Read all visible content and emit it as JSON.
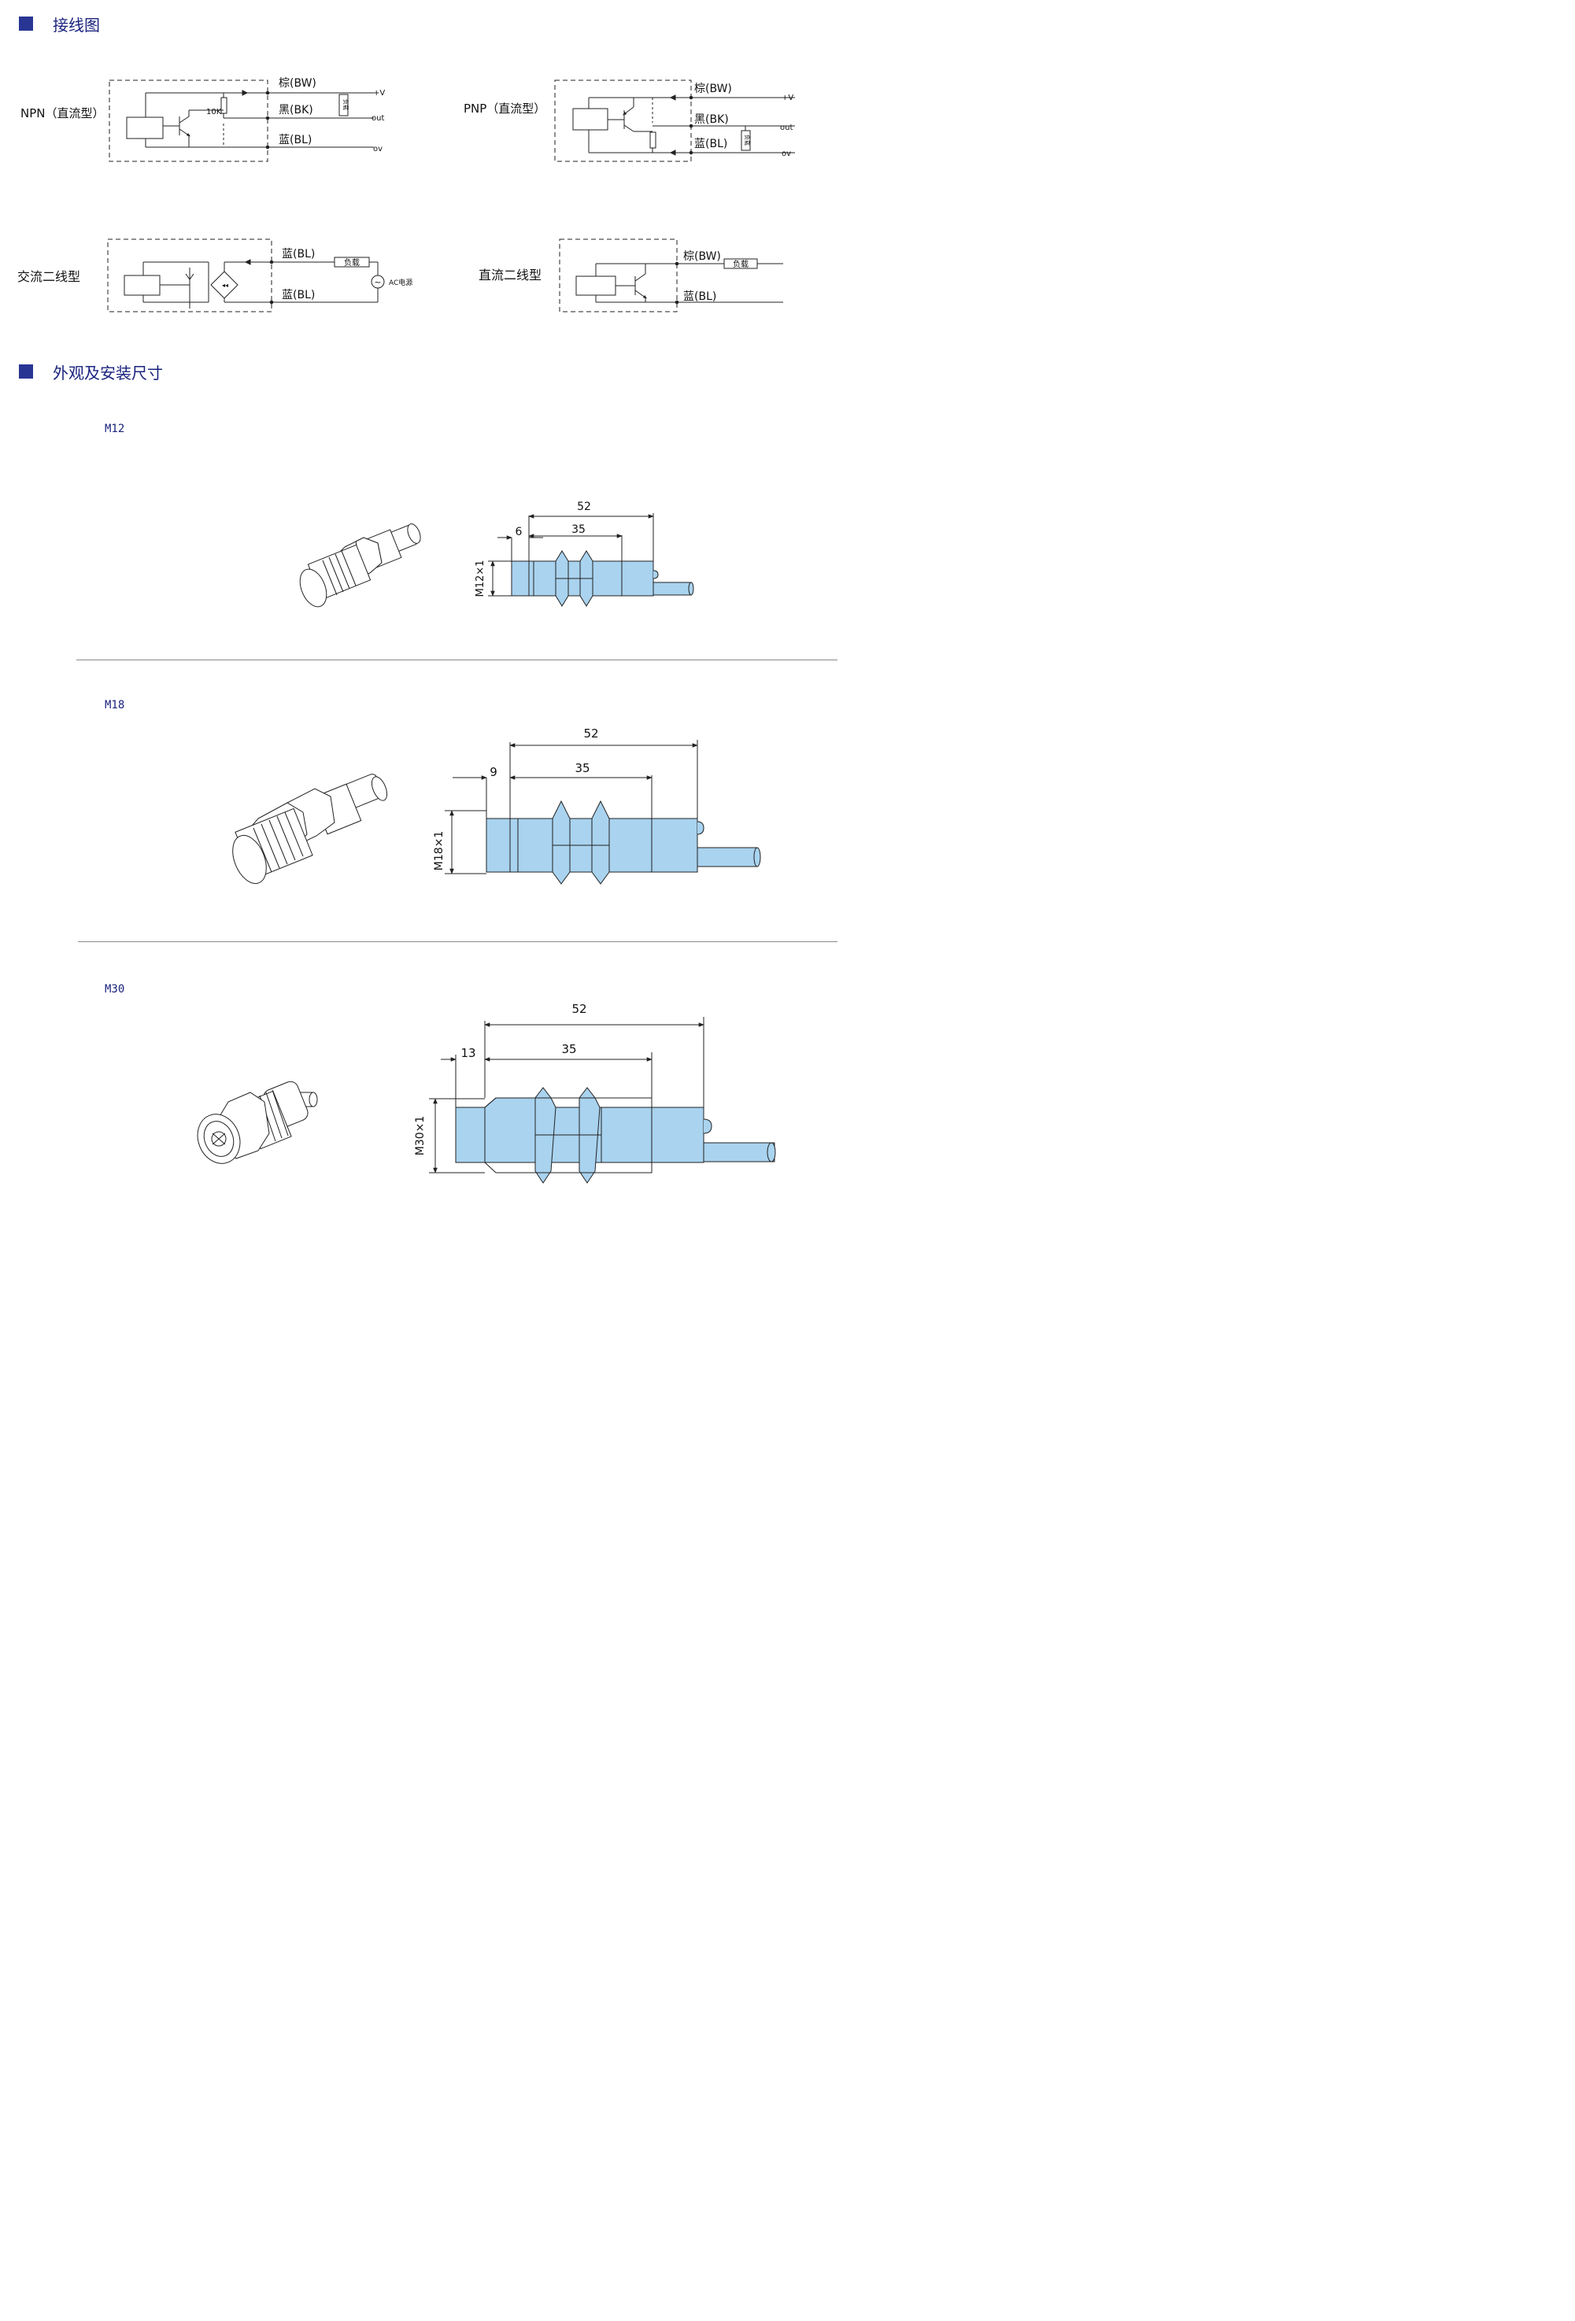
{
  "sections": {
    "wiring_title": "接线图",
    "dimensions_title": "外观及安装尺寸"
  },
  "wiring": {
    "npn": {
      "title": "NPN（直流型）",
      "brown": "棕(BW)",
      "black": "黑(BK)",
      "blue": "蓝(BL)",
      "resistor": "10K",
      "load": "负载",
      "vplus": "+V",
      "out": "out",
      "ov": "ov"
    },
    "pnp": {
      "title": "PNP（直流型）",
      "brown": "棕(BW)",
      "black": "黑(BK)",
      "blue": "蓝(BL)",
      "load": "负载",
      "vplus": "+V",
      "out": "out",
      "ov": "ov"
    },
    "ac2": {
      "title": "交流二线型",
      "blue_top": "蓝(BL)",
      "blue_bottom": "蓝(BL)",
      "load": "负载",
      "source": "AC电源",
      "source_symbol": "~"
    },
    "dc2": {
      "title": "直流二线型",
      "brown": "棕(BW)",
      "blue": "蓝(BL)",
      "load": "负载"
    }
  },
  "models": [
    {
      "name": "M12",
      "thread": "M12×1",
      "overall": "52",
      "body": "35",
      "front": "6"
    },
    {
      "name": "M18",
      "thread": "M18×1",
      "overall": "52",
      "body": "35",
      "front": "9"
    },
    {
      "name": "M30",
      "thread": "M30×1",
      "overall": "52",
      "body": "35",
      "front": "13"
    }
  ],
  "colors": {
    "accent": "#283593",
    "heading_text": "#1a237e",
    "sensor_fill": "#a9d3ef",
    "line": "#222222"
  }
}
